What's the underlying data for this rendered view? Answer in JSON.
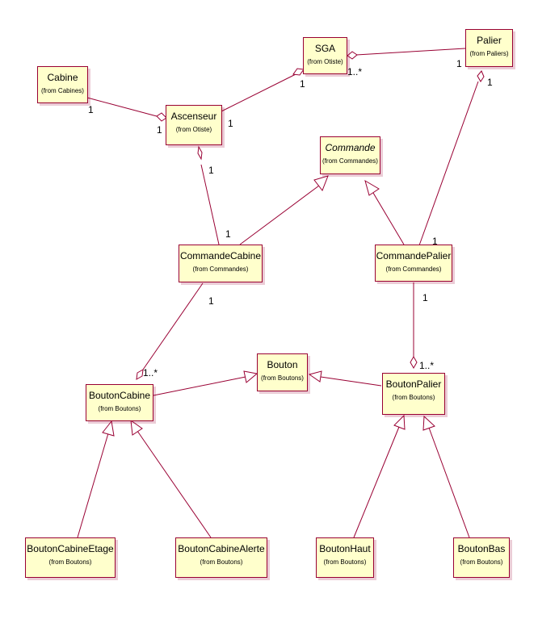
{
  "classes": {
    "cabine": {
      "name": "Cabine",
      "package": "(from Cabines)"
    },
    "sga": {
      "name": "SGA",
      "package": "(from Otiste)"
    },
    "palier": {
      "name": "Palier",
      "package": "(from Paliers)"
    },
    "ascenseur": {
      "name": "Ascenseur",
      "package": "(from Otiste)"
    },
    "commande": {
      "name": "Commande",
      "package": "(from Commandes)"
    },
    "commande_cabine": {
      "name": "CommandeCabine",
      "package": "(from Commandes)"
    },
    "commande_palier": {
      "name": "CommandePalier",
      "package": "(from Commandes)"
    },
    "bouton": {
      "name": "Bouton",
      "package": "(from Boutons)"
    },
    "bouton_cabine": {
      "name": "BoutonCabine",
      "package": "(from Boutons)"
    },
    "bouton_palier": {
      "name": "BoutonPalier",
      "package": "(from Boutons)"
    },
    "bouton_cabine_etage": {
      "name": "BoutonCabineEtage",
      "package": "(from Boutons)"
    },
    "bouton_cabine_alerte": {
      "name": "BoutonCabineAlerte",
      "package": "(from Boutons)"
    },
    "bouton_haut": {
      "name": "BoutonHaut",
      "package": "(from Boutons)"
    },
    "bouton_bas": {
      "name": "BoutonBas",
      "package": "(from Boutons)"
    }
  },
  "multiplicities": {
    "cabine_ascenseur_cabine": "1",
    "cabine_ascenseur_ascenseur": "1",
    "ascenseur_sga_ascenseur": "1",
    "ascenseur_sga_sga": "1",
    "sga_palier_sga": "1..*",
    "sga_palier_palier": "1",
    "palier_commandepalier_palier": "1",
    "palier_commandepalier_commandepalier": "1",
    "ascenseur_commandecabine_ascenseur": "1",
    "ascenseur_commandecabine_commandecabine": "1",
    "commandecabine_boutoncabine_commandecabine": "1",
    "commandecabine_boutoncabine_boutoncabine": "1..*",
    "commandepalier_boutonpalier_commandepalier": "1",
    "commandepalier_boutonpalier_boutonpalier": "1..*"
  },
  "colors": {
    "box_fill": "#ffffcc",
    "line": "#990033",
    "text": "#000000"
  }
}
